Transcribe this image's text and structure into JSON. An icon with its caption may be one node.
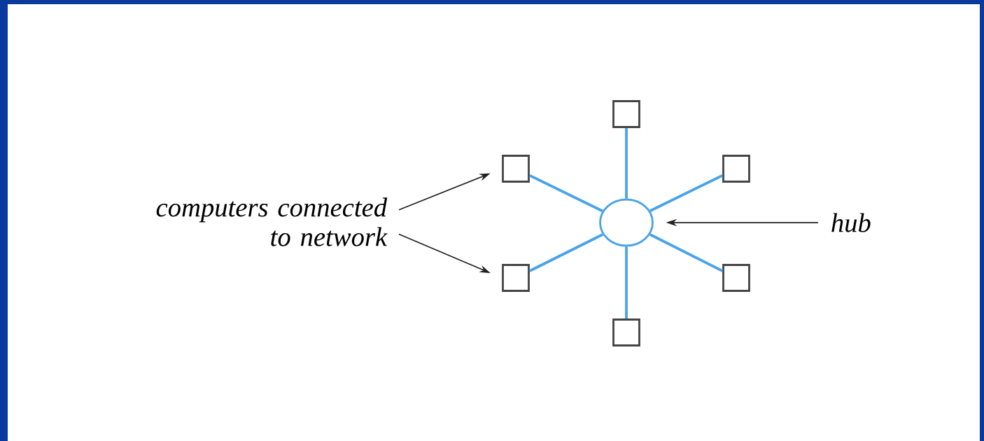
{
  "diagram": {
    "nodes": [
      {
        "text": [
          "computers connected to network"
        ]
      },
      {
        "text": [
          "hub"
        ]
      },
      {
        "text": [],
        "shape": "circle"
      },
      {
        "text": [],
        "shape": "box"
      },
      {
        "text": [],
        "shape": "box"
      },
      {
        "text": [],
        "shape": "box"
      },
      {
        "text": [],
        "shape": "box"
      },
      {
        "text": [],
        "shape": "box"
      },
      {
        "text": [],
        "shape": "box"
      }
    ],
    "edges": [
      {
        "from": 2,
        "to": 3,
        "arrow": "none"
      },
      {
        "from": 2,
        "to": 4,
        "arrow": "none"
      },
      {
        "from": 2,
        "to": 5,
        "arrow": "none"
      },
      {
        "from": 2,
        "to": 6,
        "arrow": "none"
      },
      {
        "from": 2,
        "to": 7,
        "arrow": "none"
      },
      {
        "from": 2,
        "to": 8,
        "arrow": "none"
      },
      {
        "from": 0,
        "to": 4,
        "arrow": "to",
        "color": "#222222"
      },
      {
        "from": 0,
        "to": 6,
        "arrow": "to",
        "color": "#222222"
      },
      {
        "from": 1,
        "to": 2,
        "arrow": "to",
        "color": "#222222"
      }
    ]
  }
}
